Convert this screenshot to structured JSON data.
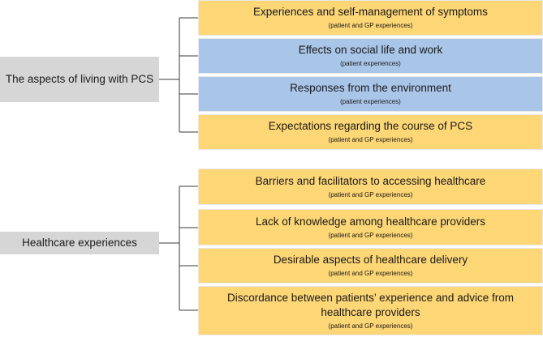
{
  "categories": [
    {
      "label": "The aspects of living with PCS",
      "themes": [
        {
          "title": "Experiences and self-management of symptoms",
          "note": "(patient and GP experiences)",
          "color": "#fdd675"
        },
        {
          "title": "Effects on social life and work",
          "note": "(patient experiences)",
          "color": "#a9c5e8"
        },
        {
          "title": "Responses from the environment",
          "note": "(patient experiences)",
          "color": "#a9c5e8"
        },
        {
          "title": "Expectations regarding the course of PCS",
          "note": "(patient and GP experiences)",
          "color": "#fdd675"
        }
      ]
    },
    {
      "label": "Healthcare experiences",
      "themes": [
        {
          "title": "Barriers and facilitators to accessing healthcare",
          "note": "(patient and GP experiences)",
          "color": "#fdd675"
        },
        {
          "title": "Lack of knowledge among healthcare providers",
          "note": "(patient and GP experiences)",
          "color": "#fdd675"
        },
        {
          "title": "Desirable aspects of healthcare delivery",
          "note": "(patient and GP experiences)",
          "color": "#fdd675"
        },
        {
          "title": "Discordance between patients’ experience and advice from healthcare providers",
          "note": "(patient and GP experiences)",
          "color": "#fdd675"
        }
      ]
    }
  ]
}
